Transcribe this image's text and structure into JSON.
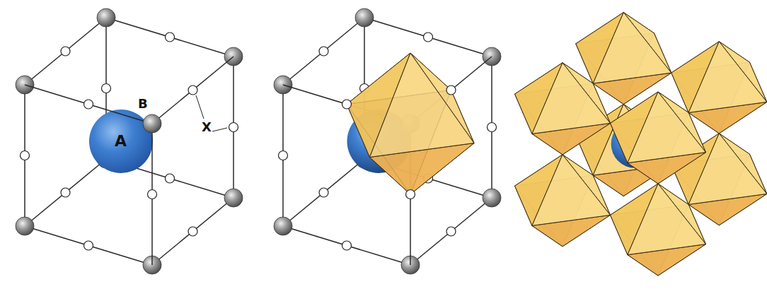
{
  "diagram": {
    "nodes": [
      {
        "text": [
          "A"
        ]
      }
    ],
    "labels": [
      "B",
      "X"
    ]
  }
}
